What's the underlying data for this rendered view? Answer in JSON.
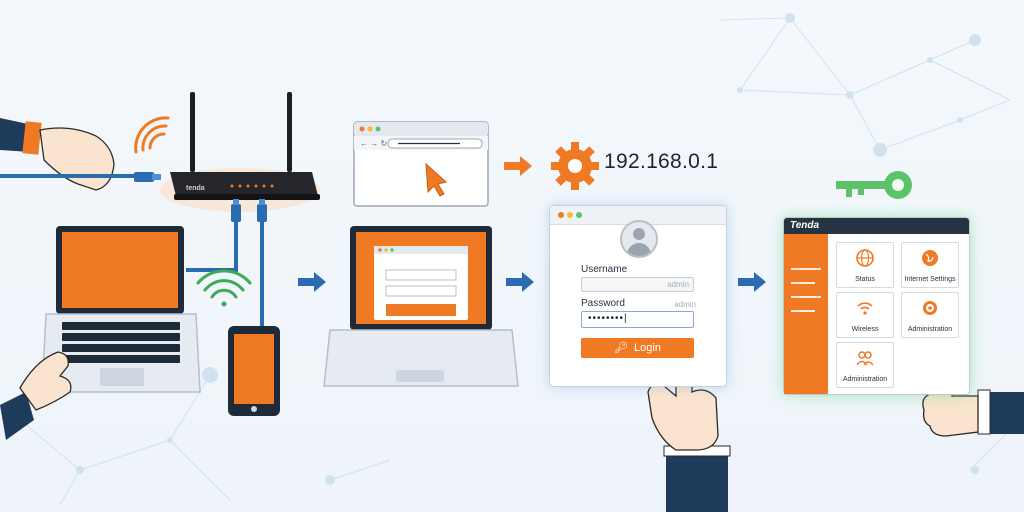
{
  "ip_address": "192.168.0.1",
  "router_brand": "tenda",
  "login": {
    "username_label": "Username",
    "username_placeholder": "admin",
    "password_label": "Password",
    "password_hint": "admin",
    "password_value": "••••••••|",
    "login_button": "Login"
  },
  "admin_panel": {
    "logo": "Tenda",
    "tiles": [
      {
        "label": "Status",
        "icon": "globe-icon"
      },
      {
        "label": "Internet Settings",
        "icon": "globe-orange-icon"
      },
      {
        "label": "Wireless",
        "icon": "wifi-icon"
      },
      {
        "label": "Administration",
        "icon": "gear-icon"
      },
      {
        "label": "Administration",
        "icon": "users-icon"
      }
    ]
  },
  "colors": {
    "accent": "#f07a24",
    "key_green": "#5cc36a",
    "navy": "#1f3b5c",
    "cable_blue": "#2b6cb0"
  }
}
